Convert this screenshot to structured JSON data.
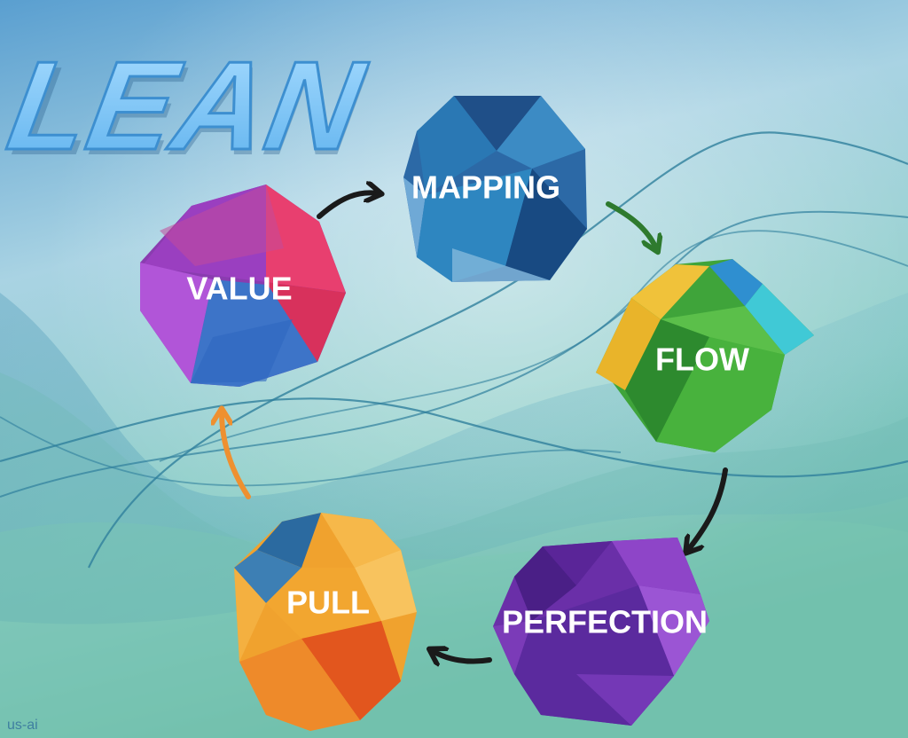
{
  "title": "LEAN",
  "watermark": "us-ai",
  "colors": {
    "title": "#7cc4f5",
    "value": "#c0358f",
    "mapping": "#2b6fa8",
    "flow": "#3fa43a",
    "perfection": "#6a2fa8",
    "pull": "#f0a22e",
    "arrow_dark": "#1a1a1a",
    "arrow_green": "#2e7a2e",
    "arrow_orange": "#ee9030"
  },
  "nodes": [
    {
      "id": "value",
      "label": "VALUE"
    },
    {
      "id": "mapping",
      "label": "MAPPING"
    },
    {
      "id": "flow",
      "label": "FLOW"
    },
    {
      "id": "perfection",
      "label": "PERFECTION"
    },
    {
      "id": "pull",
      "label": "PULL"
    }
  ],
  "edges": [
    {
      "from": "value",
      "to": "mapping"
    },
    {
      "from": "mapping",
      "to": "flow"
    },
    {
      "from": "flow",
      "to": "perfection"
    },
    {
      "from": "perfection",
      "to": "pull"
    },
    {
      "from": "pull",
      "to": "value"
    }
  ]
}
